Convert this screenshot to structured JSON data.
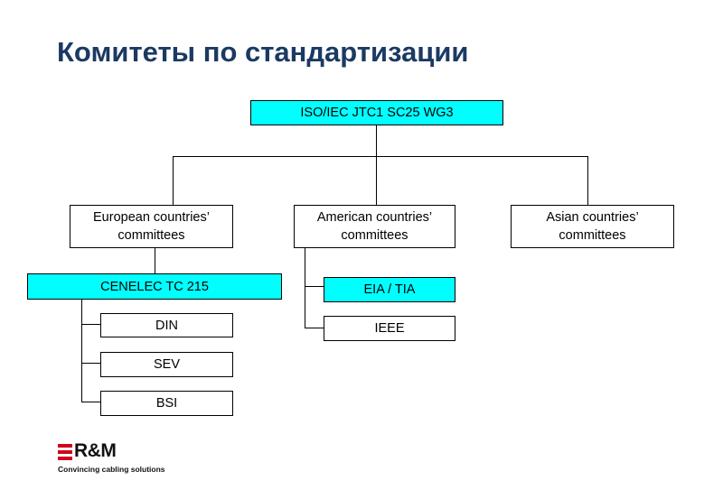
{
  "title": "Комитеты по стандартизации",
  "diagram": {
    "root": {
      "label": "ISO/IEC JTC1 SC25 WG3",
      "color": "#00ffff"
    },
    "regions": [
      {
        "id": "europe",
        "label": "European countries’ committees"
      },
      {
        "id": "america",
        "label": "American countries’ committees"
      },
      {
        "id": "asia",
        "label": "Asian countries’ committees"
      }
    ],
    "cenelec": {
      "label": "CENELEC TC 215",
      "color": "#00ffff"
    },
    "european_members": [
      "DIN",
      "SEV",
      "BSI"
    ],
    "american_members": [
      {
        "label": "EIA / TIA",
        "color": "#00ffff"
      },
      {
        "label": "IEEE",
        "color": "#ffffff"
      }
    ]
  },
  "logo": {
    "brand": "R&M",
    "tagline": "Convincing cabling solutions",
    "color": "#d0021b"
  }
}
